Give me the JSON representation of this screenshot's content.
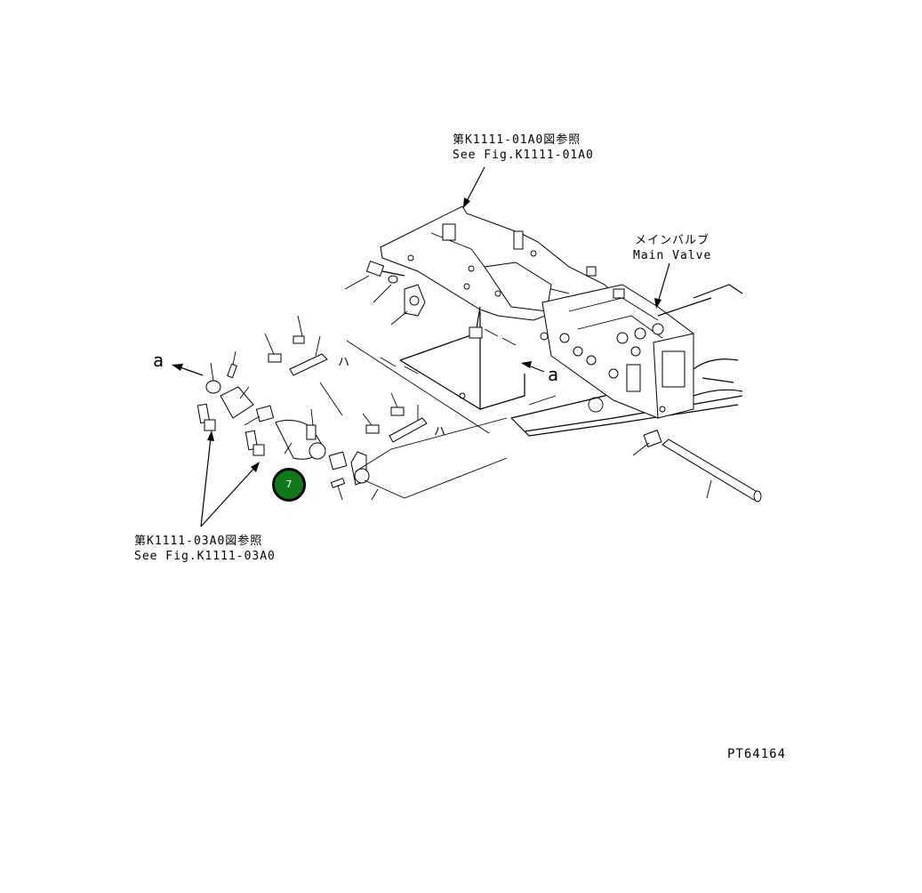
{
  "refs": {
    "top_ja": "第K1111-01A0図参照",
    "top_en": "See Fig.K1111-01A0",
    "valve_ja": "メインバルブ",
    "valve_en": "Main Valve",
    "bottom_ja": "第K1111-03A0図参照",
    "bottom_en": "See Fig.K1111-03A0"
  },
  "markers": {
    "a_left": "a",
    "a_center": "a",
    "ha_1": "ハ",
    "ha_2": "ハ"
  },
  "callout": {
    "label": "7",
    "color": "#0f7a19"
  },
  "drawing_number": "PT64164"
}
